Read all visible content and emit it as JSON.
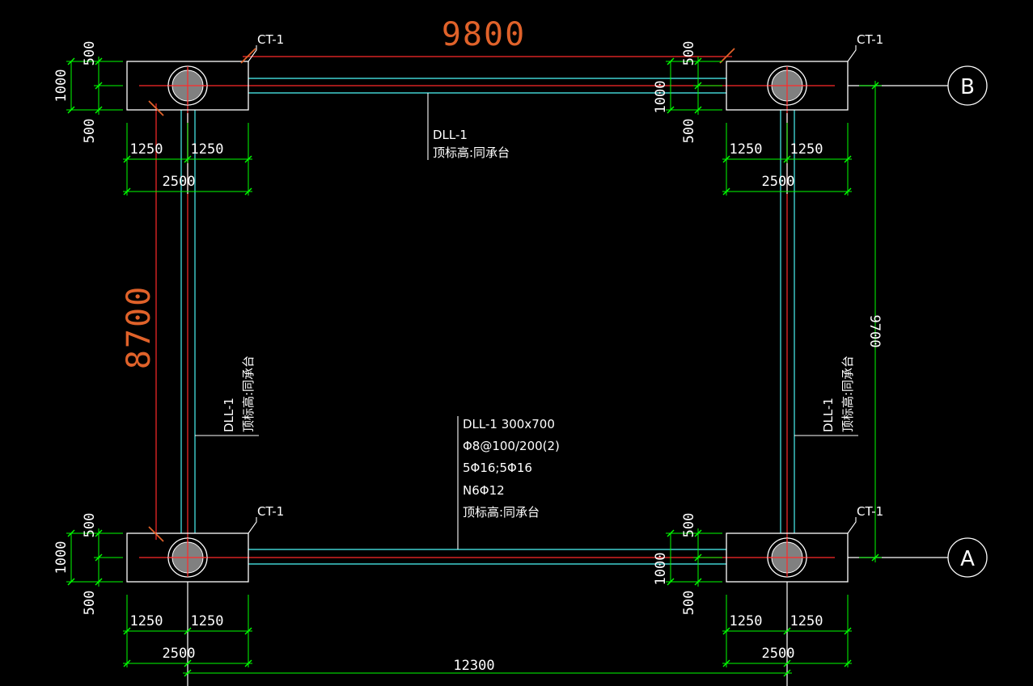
{
  "overall": {
    "width_top": "9800",
    "height_left": "8700",
    "height_right": "9700",
    "width_bottom": "12300"
  },
  "axes": {
    "top": "B",
    "bottom": "A"
  },
  "cap_label": "CT-1",
  "cap_dims": {
    "half_w": "1250",
    "full_w": "2500",
    "half_h": "500",
    "full_h": "1000"
  },
  "beam_top": {
    "name": "DLL-1",
    "elev": "顶标高:同承台"
  },
  "beam_left": {
    "name": "DLL-1",
    "elev": "顶标高:同承台"
  },
  "beam_right": {
    "name": "DLL-1",
    "elev": "顶标高:同承台"
  },
  "beam_bottom": {
    "name": "DLL-1 300x700",
    "stirrup": "Φ8@100/200(2)",
    "main": "5Φ16;5Φ16",
    "side": "N6Φ12",
    "elev": "顶标高:同承台"
  },
  "colors": {
    "beam": "#40d0d0",
    "axis_line": "#ff2a2a",
    "dim_line": "#00ff00",
    "overall_dim": "#e0622a",
    "outline": "#ffffff",
    "pile": "#808080"
  }
}
